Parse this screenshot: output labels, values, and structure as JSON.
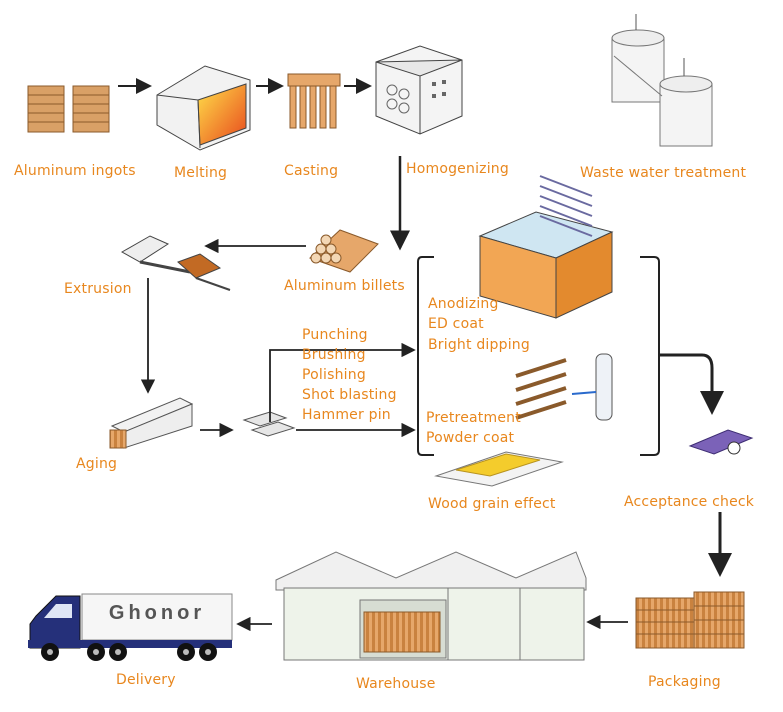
{
  "steps": {
    "ingots": "Aluminum ingots",
    "melting": "Melting",
    "casting": "Casting",
    "homogenizing": "Homogenizing",
    "waste": "Waste water treatment",
    "billets": "Aluminum billets",
    "extrusion": "Extrusion",
    "aging": "Aging",
    "acceptance": "Acceptance check",
    "packaging": "Packaging",
    "warehouse": "Warehouse",
    "delivery": "Delivery",
    "wood": "Wood grain effect"
  },
  "mechanical": [
    "Punching",
    "Brushing",
    "Polishing",
    "Shot blasting",
    "Hammer pin"
  ],
  "surface_top": [
    "Anodizing",
    "ED coat",
    "Bright dipping"
  ],
  "surface_bottom": [
    "Pretreatment",
    "Powder coat"
  ],
  "truck_brand": "Ghonor",
  "colors": {
    "label": "#e8871e",
    "arrow": "#222222"
  },
  "icons": [
    "ingots-icon",
    "furnace-icon",
    "casting-icon",
    "homogenizing-oven-icon",
    "tanks-icon",
    "billets-icon",
    "extruder-icon",
    "aging-profile-icon",
    "profiles-icon",
    "anodizing-tank-icon",
    "powder-coat-icon",
    "wood-grain-icon",
    "inspection-icon",
    "packaging-icon",
    "warehouse-icon",
    "truck-icon"
  ]
}
